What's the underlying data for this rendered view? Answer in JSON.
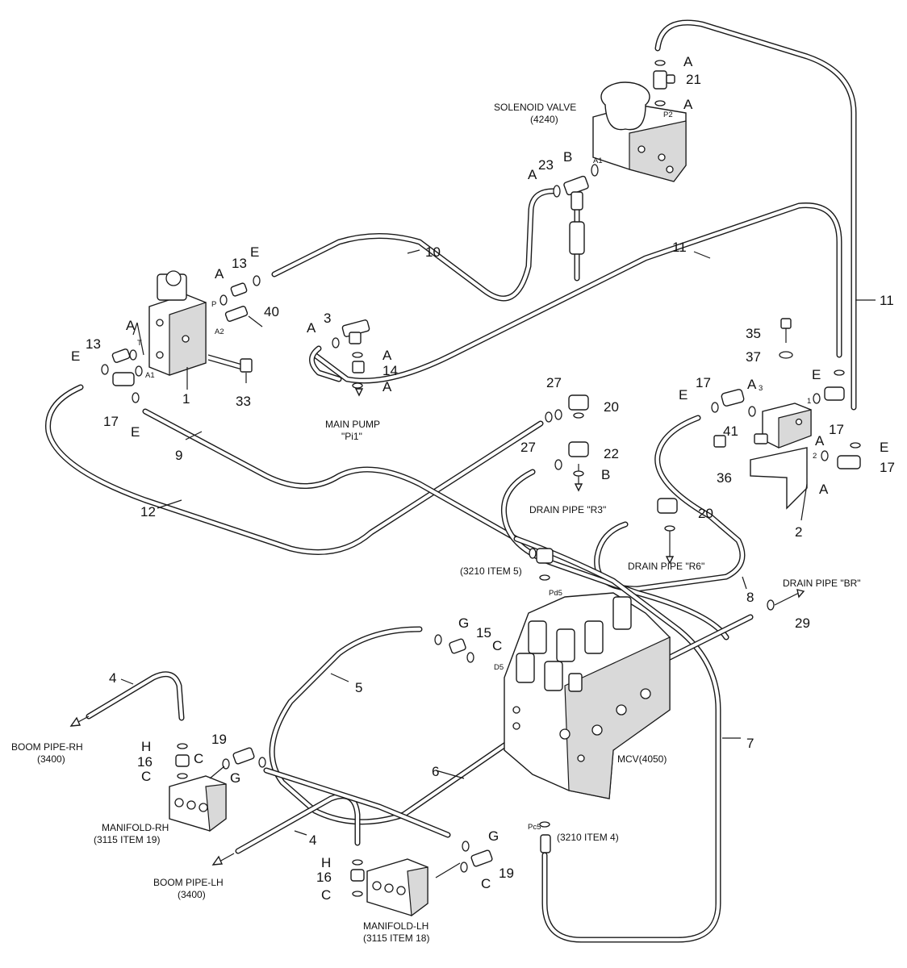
{
  "labels": {
    "solenoid_valve": "SOLENOID VALVE",
    "solenoid_valve_code": "(4240)",
    "main_pump": "MAIN PUMP",
    "main_pump_code": "\"Pi1\"",
    "drain_r3": "DRAIN PIPE \"R3\"",
    "drain_r6": "DRAIN PIPE \"R6\"",
    "drain_br": "DRAIN PIPE \"BR\"",
    "item5": "(3210 ITEM 5)",
    "item4": "(3210 ITEM 4)",
    "mcv": "MCV(4050)",
    "boom_rh": "BOOM PIPE-RH",
    "boom_rh_code": "(3400)",
    "boom_lh": "BOOM PIPE-LH",
    "boom_lh_code": "(3400)",
    "manifold_rh": "MANIFOLD-RH",
    "manifold_rh_code": "(3115 ITEM 19)",
    "manifold_lh": "MANIFOLD-LH",
    "manifold_lh_code": "(3115 ITEM 18)"
  },
  "ports": {
    "p2": "P2",
    "a1_sol": "A1",
    "p": "P",
    "a2": "A2",
    "t": "T",
    "a1_blk": "A1",
    "pd5": "Pd5",
    "d5": "D5",
    "pc5": "Pc5",
    "one": "1",
    "two": "2",
    "three": "3"
  },
  "callouts": {
    "c1": "1",
    "c2": "2",
    "c3": "3",
    "c4a": "4",
    "c4b": "4",
    "c5": "5",
    "c6": "6",
    "c7": "7",
    "c8": "8",
    "c9": "9",
    "c10": "10",
    "c11a": "11",
    "c11b": "11",
    "c12": "12",
    "c13a": "13",
    "c13b": "13",
    "c14": "14",
    "c15": "15",
    "c16a": "16",
    "c16b": "16",
    "c17a": "17",
    "c17b": "17",
    "c17c": "17",
    "c17d": "17",
    "c19a": "19",
    "c19b": "19",
    "c20a": "20",
    "c20b": "20",
    "c21": "21",
    "c22": "22",
    "c23": "23",
    "c27a": "27",
    "c27b": "27",
    "c29": "29",
    "c33": "33",
    "c35": "35",
    "c36": "36",
    "c37": "37",
    "c40": "40",
    "c41": "41"
  },
  "rings": {
    "ra1": "A",
    "ra2": "A",
    "ra3": "A",
    "ra4": "A",
    "ra5": "A",
    "ra6": "A",
    "ra7": "A",
    "ra8": "A",
    "ra9": "A",
    "ra10": "A",
    "ra11": "A",
    "rb1": "B",
    "rb2": "B",
    "rc1": "C",
    "rc2": "C",
    "rc3": "C",
    "rc4": "C",
    "rc5": "C",
    "re1": "E",
    "re2": "E",
    "re3": "E",
    "re4": "E",
    "re5": "E",
    "re6": "E",
    "rg1": "G",
    "rg2": "G",
    "rg3": "G",
    "rh1": "H",
    "rh2": "H"
  }
}
